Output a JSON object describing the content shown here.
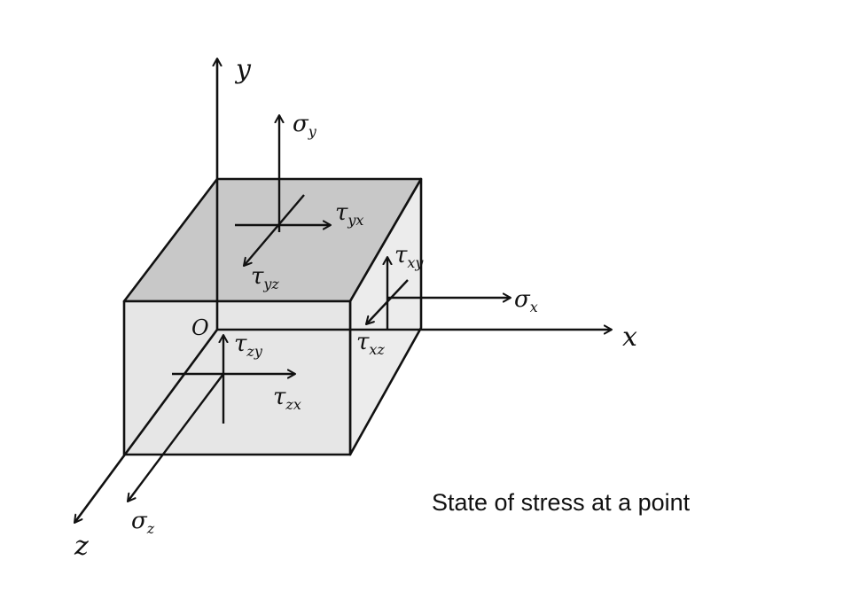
{
  "diagram": {
    "caption": "State of stress at a point",
    "axes": {
      "x": "x",
      "y": "y",
      "z": "z",
      "origin": "O"
    },
    "stresses": {
      "sigma_y": {
        "symbol": "σ",
        "sub": "y"
      },
      "sigma_x": {
        "symbol": "σ",
        "sub": "x"
      },
      "sigma_z": {
        "symbol": "σ",
        "sub": "z"
      },
      "tau_yx": {
        "symbol": "τ",
        "sub": "yx"
      },
      "tau_yz": {
        "symbol": "τ",
        "sub": "yz"
      },
      "tau_xy": {
        "symbol": "τ",
        "sub": "xy"
      },
      "tau_xz": {
        "symbol": "τ",
        "sub": "xz"
      },
      "tau_zy": {
        "symbol": "τ",
        "sub": "zy"
      },
      "tau_zx": {
        "symbol": "τ",
        "sub": "zx"
      }
    },
    "colors": {
      "top_face": "#c8c8c8",
      "front_face": "#e6e6e6",
      "side_face": "#ececec",
      "stroke": "#111111"
    }
  }
}
